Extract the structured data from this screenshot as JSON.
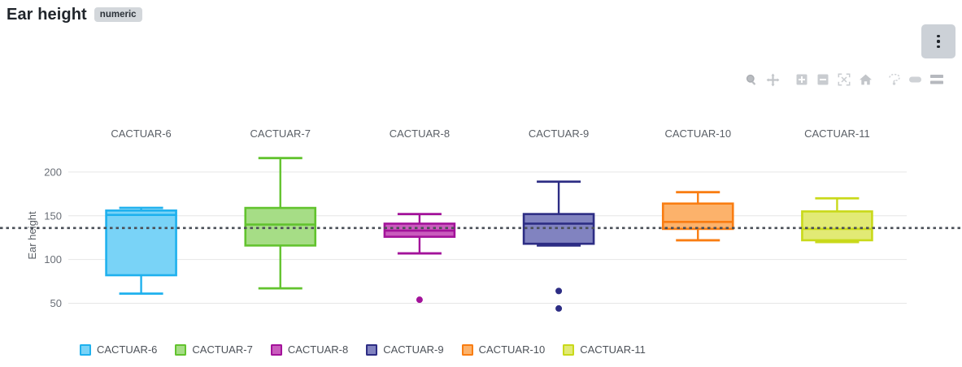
{
  "header": {
    "title": "Ear height",
    "badge": "numeric",
    "menu_button": "kebab-menu"
  },
  "modebar": {
    "buttons": [
      {
        "name": "zoom-icon",
        "label": "Zoom"
      },
      {
        "name": "pan-icon",
        "label": "Pan"
      },
      {
        "name": "zoom-in-icon",
        "label": "Zoom in"
      },
      {
        "name": "zoom-out-icon",
        "label": "Zoom out"
      },
      {
        "name": "autoscale-icon",
        "label": "Autoscale"
      },
      {
        "name": "home-icon",
        "label": "Reset axes"
      },
      {
        "name": "lasso-select-icon",
        "label": "Lasso select"
      },
      {
        "name": "box-select-icon",
        "label": "Box select"
      },
      {
        "name": "hamburger-icon",
        "label": "Toggle menu"
      }
    ]
  },
  "chart_data": {
    "type": "box",
    "title": "Ear height",
    "xlabel": "",
    "ylabel": "Ear height",
    "ylim": [
      30,
      225
    ],
    "yticks": [
      50,
      100,
      150,
      200
    ],
    "grid": true,
    "legend_position": "bottom-left",
    "reference_line": {
      "value": 136,
      "style": "dotted",
      "color": "#4a4f57"
    },
    "categories": [
      "CACTUAR-6",
      "CACTUAR-7",
      "CACTUAR-8",
      "CACTUAR-9",
      "CACTUAR-10",
      "CACTUAR-11"
    ],
    "colors": [
      "#49c1f5",
      "#77cc4b",
      "#ad18a2",
      "#3c3c8c",
      "#f98020",
      "#cddb2a"
    ],
    "fill_colors": [
      "#79d3f7",
      "#a6dd86",
      "#c95cbd",
      "#8183c0",
      "#fcb26b",
      "#e2ea75"
    ],
    "boxes": [
      {
        "category": "CACTUAR-6",
        "color": "#1fb1ee",
        "fill": "#79d3f7",
        "whisker_low": 61,
        "q1": 82,
        "median": 151,
        "q3": 156,
        "whisker_high": 159,
        "outliers": []
      },
      {
        "category": "CACTUAR-7",
        "color": "#62c32e",
        "fill": "#a6dd86",
        "whisker_low": 67,
        "q1": 116,
        "median": 140,
        "q3": 159,
        "whisker_high": 216,
        "outliers": []
      },
      {
        "category": "CACTUAR-8",
        "color": "#a3129a",
        "fill": "#c95cbd",
        "whisker_low": 107,
        "q1": 126,
        "median": 133,
        "q3": 141,
        "whisker_high": 152,
        "outliers": [
          54
        ]
      },
      {
        "category": "CACTUAR-9",
        "color": "#2d2d84",
        "fill": "#8183c0",
        "whisker_low": 116,
        "q1": 118,
        "median": 141,
        "q3": 152,
        "whisker_high": 189,
        "outliers": [
          64,
          44
        ]
      },
      {
        "category": "CACTUAR-10",
        "color": "#f97d12",
        "fill": "#fcb26b",
        "whisker_low": 122,
        "q1": 135,
        "median": 143,
        "q3": 164,
        "whisker_high": 177,
        "outliers": []
      },
      {
        "category": "CACTUAR-11",
        "color": "#c9d91a",
        "fill": "#e2ea75",
        "whisker_low": 120,
        "q1": 122,
        "median": 135,
        "q3": 155,
        "whisker_high": 170,
        "outliers": []
      }
    ]
  },
  "legend": {
    "items": [
      {
        "label": "CACTUAR-6",
        "color": "#79d3f7",
        "border": "#1fb1ee"
      },
      {
        "label": "CACTUAR-7",
        "color": "#a6dd86",
        "border": "#62c32e"
      },
      {
        "label": "CACTUAR-8",
        "color": "#c95cbd",
        "border": "#a3129a"
      },
      {
        "label": "CACTUAR-9",
        "color": "#8183c0",
        "border": "#2d2d84"
      },
      {
        "label": "CACTUAR-10",
        "color": "#fcb26b",
        "border": "#f97d12"
      },
      {
        "label": "CACTUAR-11",
        "color": "#e2ea75",
        "border": "#c9d91a"
      }
    ]
  }
}
